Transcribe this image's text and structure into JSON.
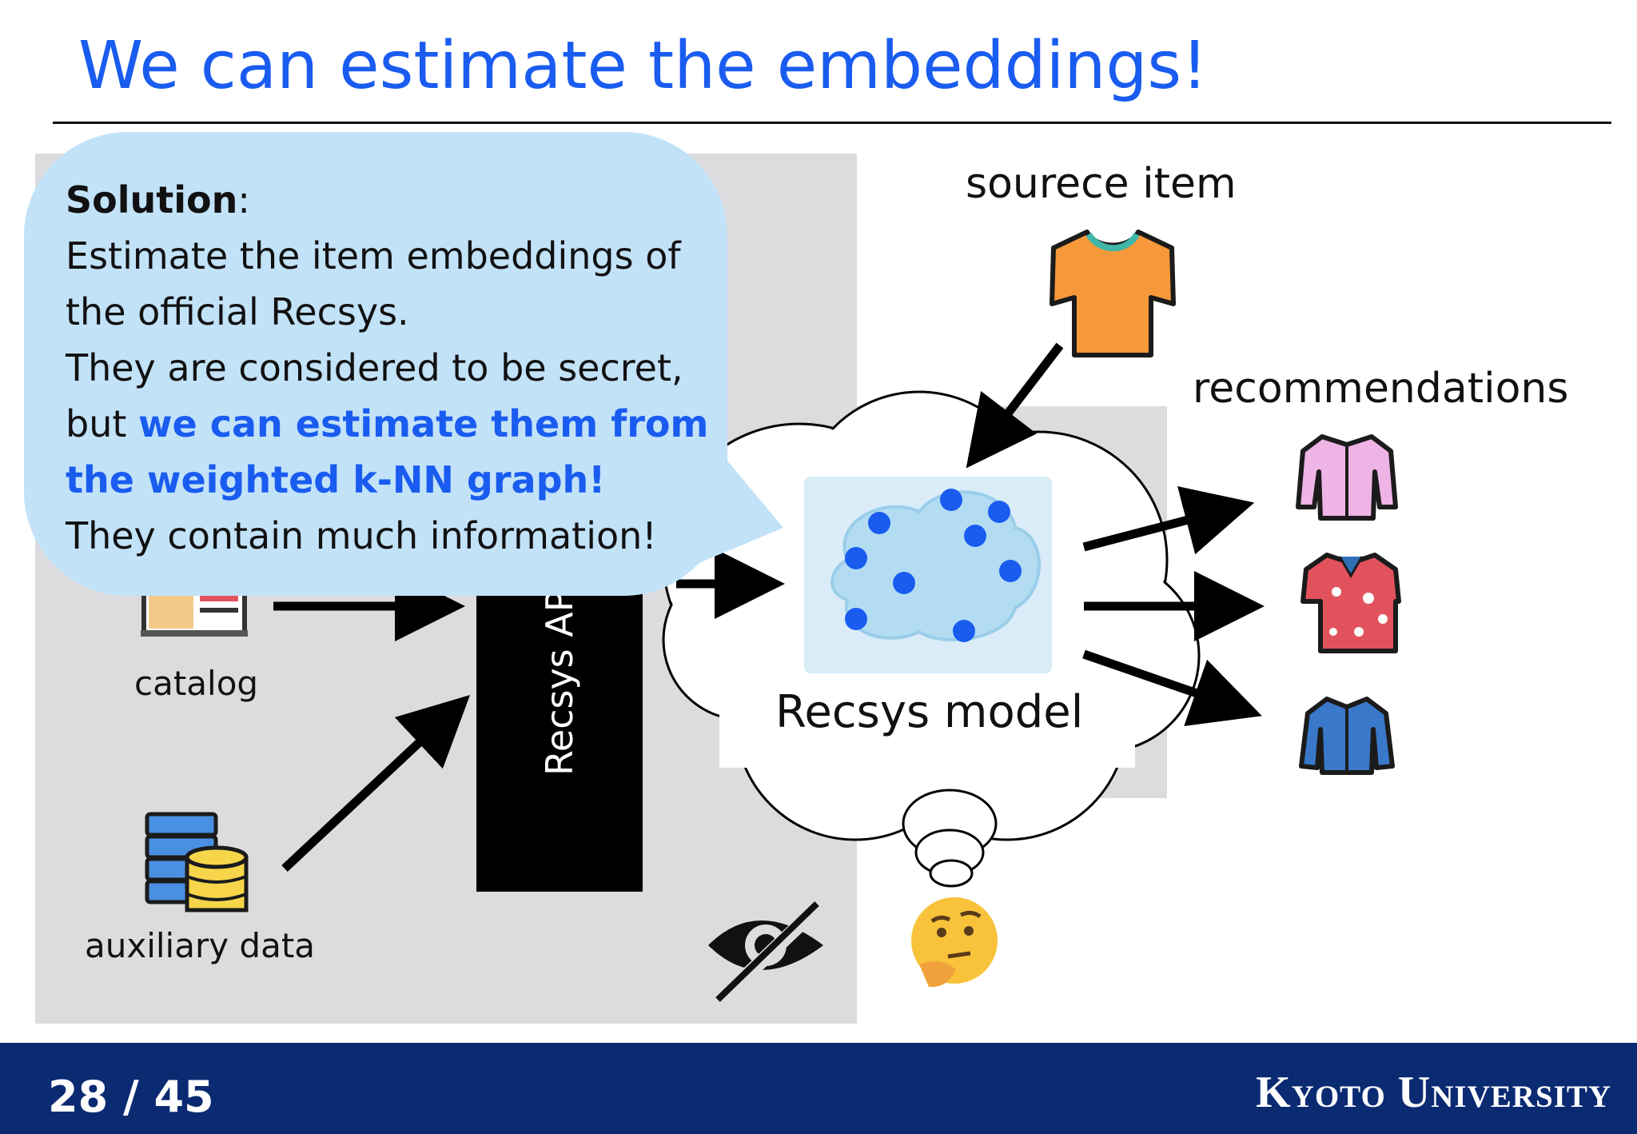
{
  "slide": {
    "title": "We can estimate the embeddings!",
    "page_number": "28 / 45",
    "university": "Kyoto University"
  },
  "bubble": {
    "label": "Solution",
    "colon": ":",
    "line1": "Estimate the item embeddings of",
    "line2": "the official Recsys.",
    "line3": "They are considered to be secret,",
    "line4_prefix": "but ",
    "line4_highlight": "we can estimate them from",
    "line5_highlight": "the weighted k-NN graph!",
    "line6": "They contain much information!"
  },
  "diagram": {
    "source_item_label": "sourece item",
    "recommendations_label": "recommendations",
    "catalog_label": "catalog",
    "auxiliary_label": "auxiliary data",
    "api_label": "Recsys API",
    "model_label": "Recsys model"
  },
  "colors": {
    "accent": "#1a5cf0",
    "footer": "#0a2a72",
    "bubble": "#c2e2f8",
    "panel": "#dcdcdf"
  },
  "icons": [
    "orange-tshirt-icon",
    "pink-shirt-icon",
    "hawaiian-shirt-icon",
    "denim-shirt-icon",
    "catalog-book-icon",
    "database-server-icon",
    "hidden-eye-icon",
    "thinking-face-icon",
    "brain-icon"
  ]
}
